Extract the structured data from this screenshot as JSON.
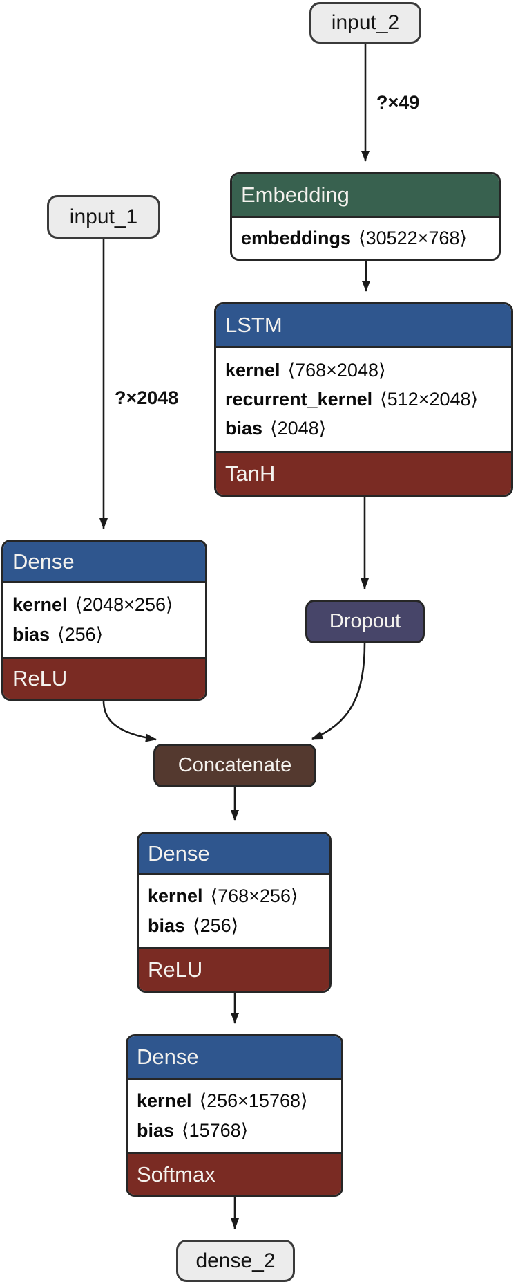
{
  "colors": {
    "header-blue": "#2F568E",
    "header-green": "#38614F",
    "footer-red": "#7A2B23",
    "dropout-purple": "#474569",
    "concat-brown": "#54392F",
    "io-bg": "#ececec",
    "io-border": "#3a3a3a",
    "edge-black": "#1a1a1a"
  },
  "diagram": {
    "nodes": {
      "input_2": {
        "label": "input_2"
      },
      "input_1": {
        "label": "input_1"
      },
      "embedding": {
        "title": "Embedding",
        "params": [
          {
            "name": "embeddings",
            "shape": "⟨30522×768⟩"
          }
        ]
      },
      "lstm": {
        "title": "LSTM",
        "activation": "TanH",
        "params": [
          {
            "name": "kernel",
            "shape": "⟨768×2048⟩"
          },
          {
            "name": "recurrent_kernel",
            "shape": "⟨512×2048⟩"
          },
          {
            "name": "bias",
            "shape": "⟨2048⟩"
          }
        ]
      },
      "dense_left": {
        "title": "Dense",
        "activation": "ReLU",
        "params": [
          {
            "name": "kernel",
            "shape": "⟨2048×256⟩"
          },
          {
            "name": "bias",
            "shape": "⟨256⟩"
          }
        ]
      },
      "dropout": {
        "label": "Dropout"
      },
      "concatenate": {
        "label": "Concatenate"
      },
      "dense_mid": {
        "title": "Dense",
        "activation": "ReLU",
        "params": [
          {
            "name": "kernel",
            "shape": "⟨768×256⟩"
          },
          {
            "name": "bias",
            "shape": "⟨256⟩"
          }
        ]
      },
      "dense_out": {
        "title": "Dense",
        "activation": "Softmax",
        "params": [
          {
            "name": "kernel",
            "shape": "⟨256×15768⟩"
          },
          {
            "name": "bias",
            "shape": "⟨15768⟩"
          }
        ]
      },
      "dense_2": {
        "label": "dense_2"
      }
    },
    "edge_labels": {
      "input_2_to_embedding": "?×49",
      "input_1_to_dense": "?×2048"
    }
  }
}
